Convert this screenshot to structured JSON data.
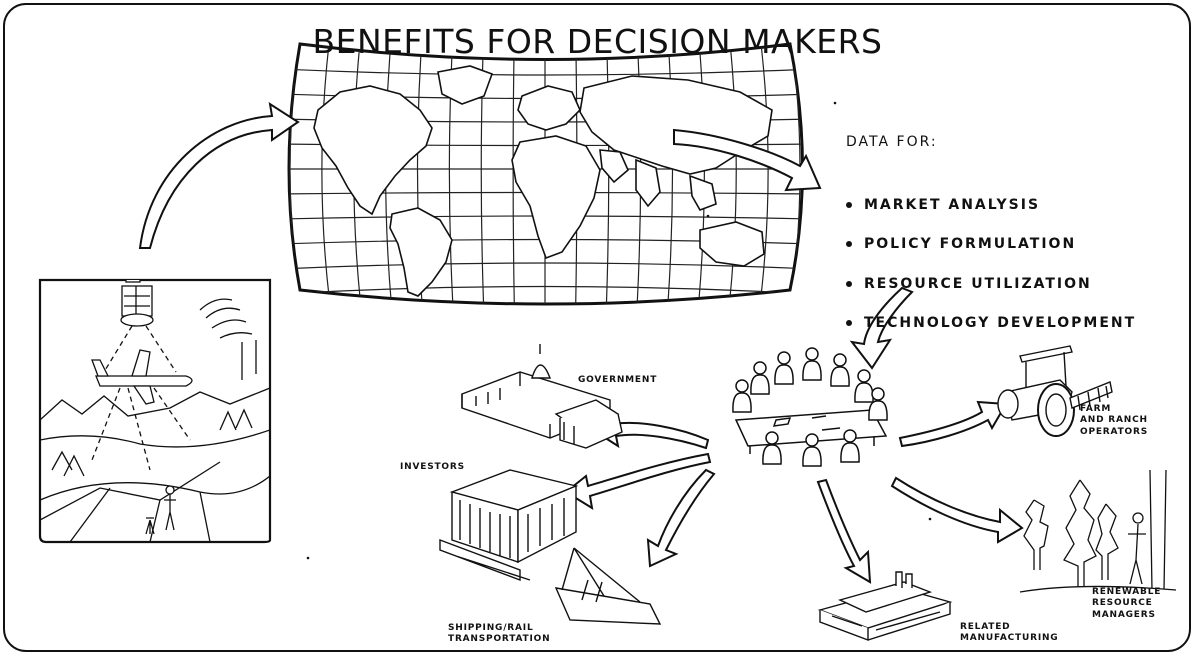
{
  "title": "BENEFITS FOR DECISION MAKERS",
  "data_for": {
    "heading": "DATA FOR:",
    "items": [
      "MARKET ANALYSIS",
      "POLICY FORMULATION",
      "RESOURCE UTILIZATION",
      "TECHNOLOGY DEVELOPMENT"
    ]
  },
  "beneficiaries": {
    "government": "GOVERNMENT",
    "investors": "INVESTORS",
    "shipping": "SHIPPING/RAIL\nTRANSPORTATION",
    "manufacturing": "RELATED\nMANUFACTURING",
    "renewable": "RENEWABLE\nRESOURCE\nMANAGERS",
    "farm": "FARM\nAND RANCH\nOPERATORS"
  },
  "icons": {
    "satellite_scene": "satellite-aircraft-survey-icon",
    "world_map": "world-map-icon",
    "meeting": "meeting-table-icon",
    "capitol": "capitol-building-icon",
    "bank": "bank-building-icon",
    "ship": "ship-icon",
    "factory": "factory-icon",
    "trees": "forest-icon",
    "tractor": "tractor-icon"
  }
}
